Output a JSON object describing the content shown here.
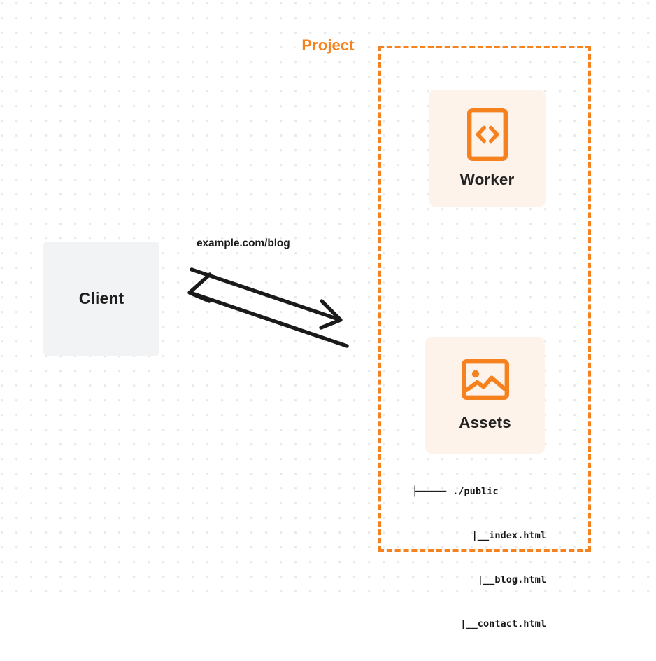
{
  "diagram": {
    "title": "Project request flow diagram",
    "colors": {
      "accent": "#f6821f",
      "card_background": "#fdf3ea",
      "client_background": "#f2f3f4",
      "text": "#1d1d1d",
      "grid_dot": "#e9e9ea",
      "arrow": "#1a1a1a"
    }
  },
  "client": {
    "label": "Client"
  },
  "connection": {
    "label": "example.com/blog",
    "request_arrow": "arrow-right-down",
    "response_arrow": "arrow-left-up"
  },
  "project": {
    "title": "Project",
    "nodes": [
      {
        "id": "worker",
        "label": "Worker",
        "icon": "code-brackets-icon"
      },
      {
        "id": "assets",
        "label": "Assets",
        "icon": "image-icon"
      }
    ]
  },
  "file_tree": {
    "rows": [
      {
        "prefix": "├─────",
        "name": "./public"
      },
      {
        "prefix": "|__",
        "name": "index.html"
      },
      {
        "prefix": "|__",
        "name": "blog.html"
      },
      {
        "prefix": "|__",
        "name": "contact.html"
      }
    ]
  }
}
